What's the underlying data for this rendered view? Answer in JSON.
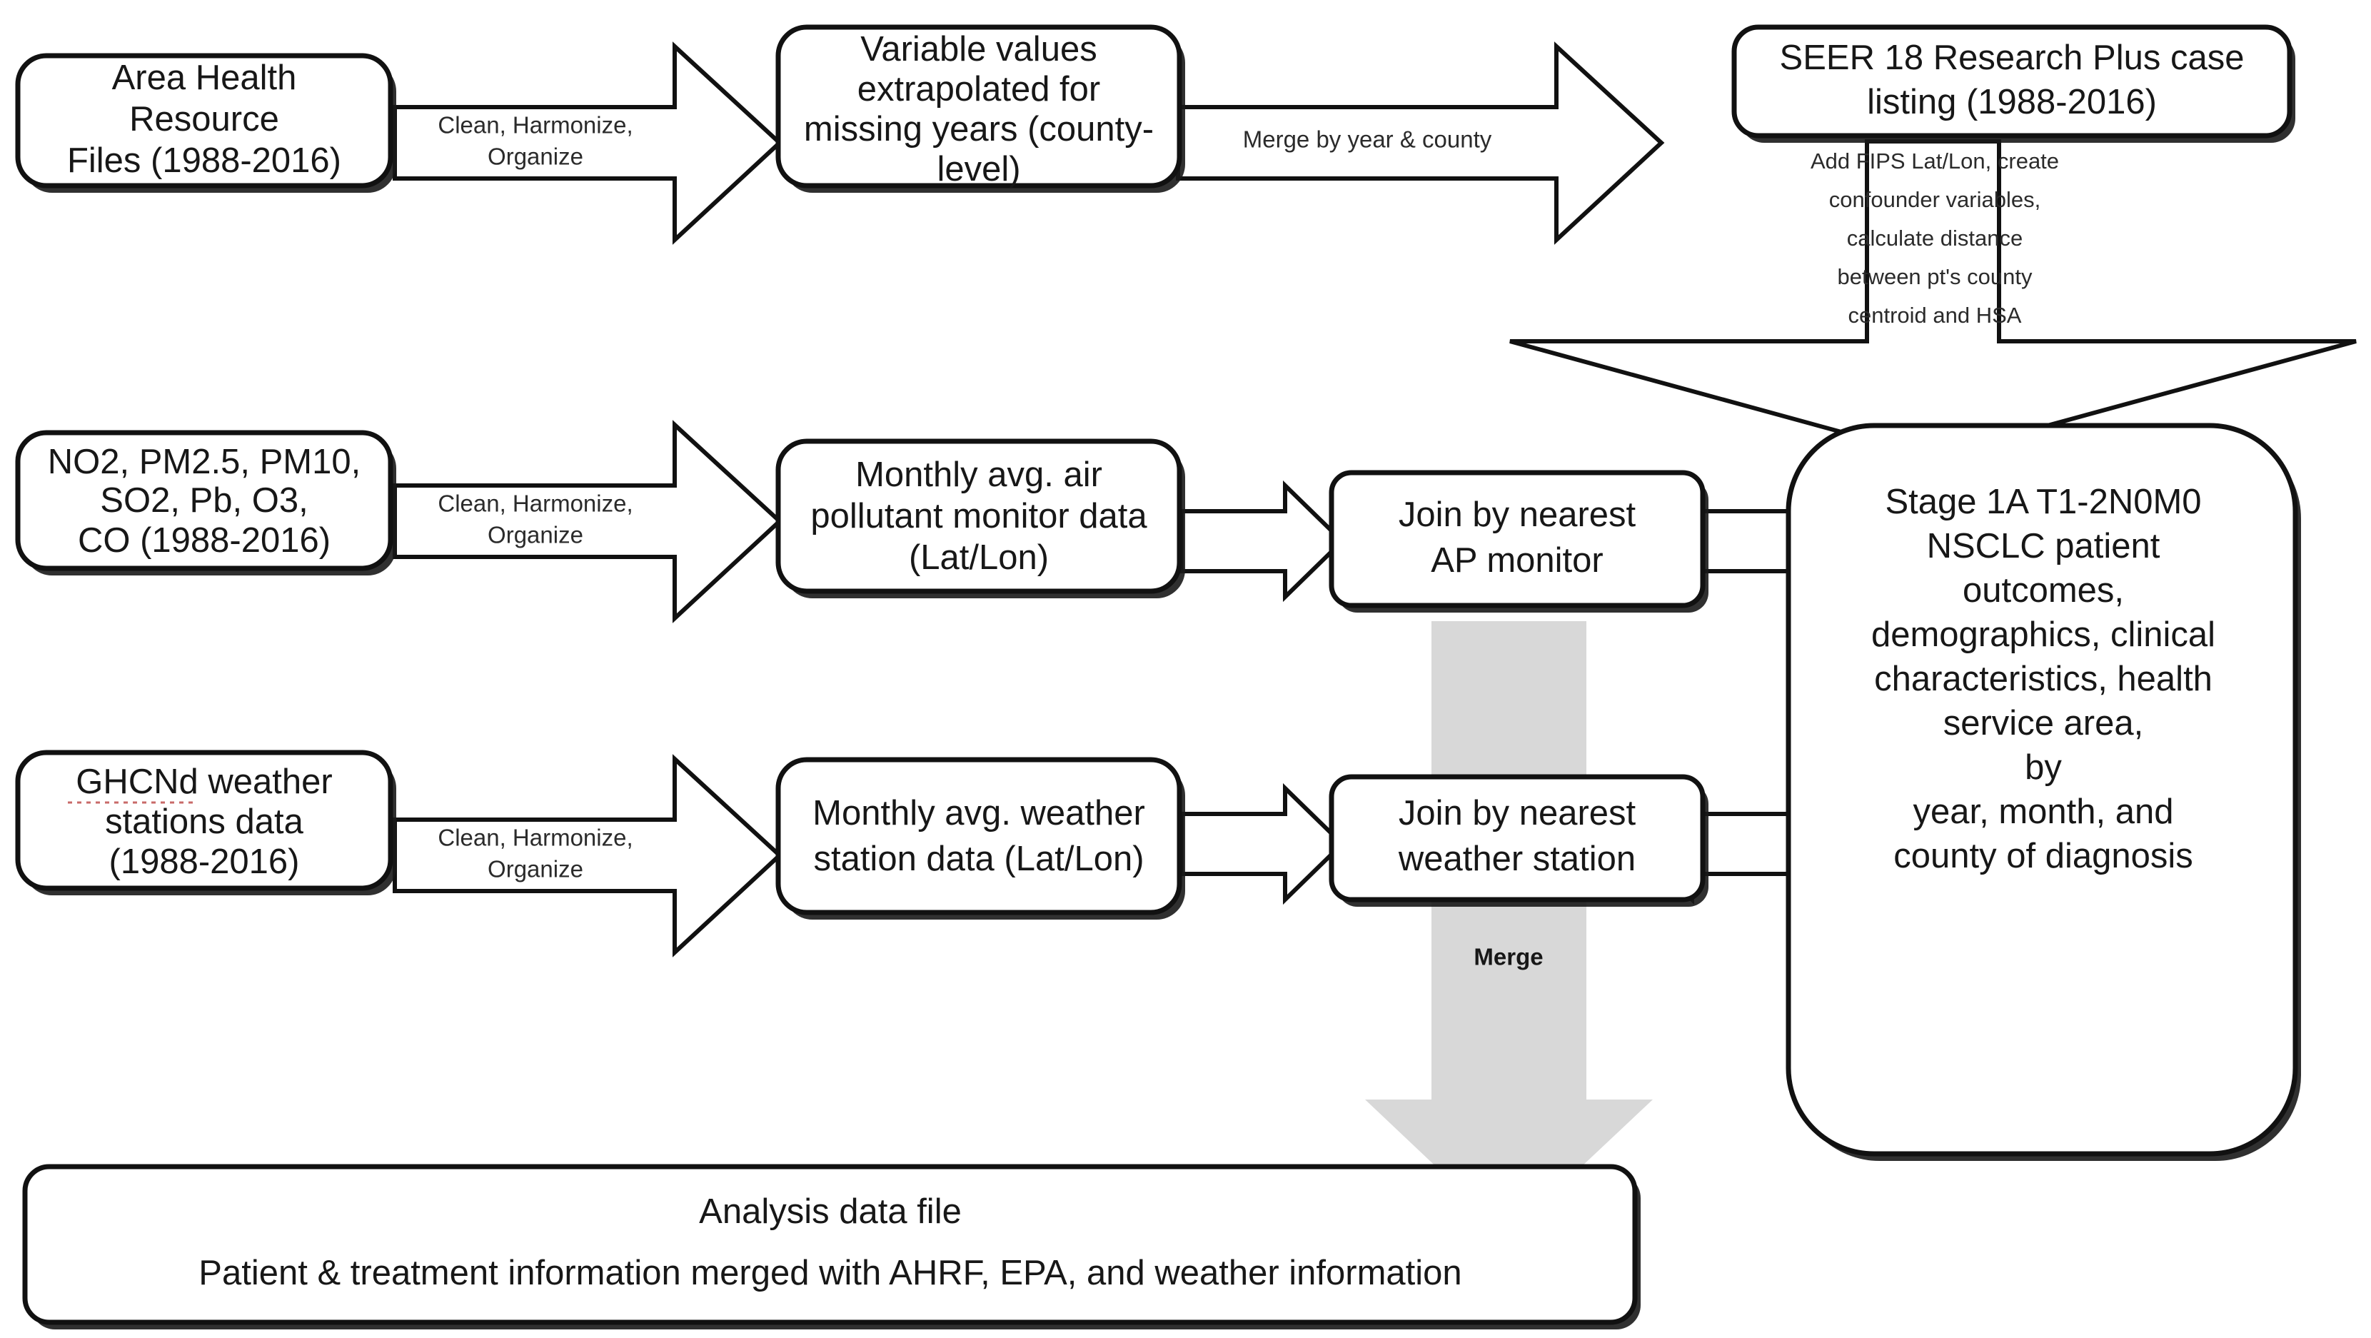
{
  "diagram": {
    "title": "Data assembly and merge flowchart",
    "colors": {
      "node_border": "#111111",
      "node_fill": "#ffffff",
      "arrow_outline": "#111111",
      "merge_arrow_fill": "#d8d8d8",
      "text": "#171717",
      "spellcheck_underline": "#c0504d"
    }
  },
  "nodes": {
    "ahrf": {
      "lines": [
        "Area Health",
        "Resource",
        "Files (1988-2016)"
      ]
    },
    "extrapolated": {
      "lines": [
        "Variable values",
        "extrapolated for",
        "missing years (county-",
        "level)"
      ]
    },
    "seer": {
      "lines": [
        "SEER 18 Research Plus case",
        "listing (1988-2016)"
      ]
    },
    "pollutants": {
      "lines": [
        "NO2, PM2.5, PM10,",
        "SO2, Pb, O3,",
        "CO (1988-2016)"
      ]
    },
    "monthly_ap": {
      "lines": [
        "Monthly avg. air",
        "pollutant monitor data",
        "(Lat/Lon)"
      ]
    },
    "join_ap": {
      "lines": [
        "Join by nearest",
        "AP monitor"
      ]
    },
    "ghcnd": {
      "lines": [
        "GHCNd weather",
        "stations data",
        "(1988-2016)"
      ]
    },
    "monthly_weather": {
      "lines": [
        "Monthly avg. weather",
        "station data (Lat/Lon)"
      ]
    },
    "join_weather": {
      "lines": [
        "Join by nearest",
        "weather station"
      ]
    },
    "stage1a": {
      "lines": [
        "Stage 1A T1-2N0M0",
        "NSCLC patient",
        "outcomes,",
        "demographics, clinical",
        "characteristics, health",
        "service area,",
        "by",
        "year, month, and",
        "county of diagnosis"
      ]
    },
    "analysis": {
      "lines": [
        "Analysis data file",
        "Patient & treatment information merged with AHRF, EPA, and weather information"
      ]
    }
  },
  "edges": {
    "clean_harmonize_top": {
      "lines": [
        "Clean, Harmonize,",
        "Organize"
      ]
    },
    "merge_year_county": {
      "lines": [
        "Merge by  year  & county"
      ]
    },
    "clean_harmonize_mid": {
      "lines": [
        "Clean, Harmonize,",
        "Organize"
      ]
    },
    "clean_harmonize_bottom": {
      "lines": [
        "Clean, Harmonize,",
        "Organize"
      ]
    },
    "add_fips": {
      "lines": [
        "Add FIPS Lat/Lon, create",
        "confounder variables,",
        "calculate distance",
        "between pt's county",
        "centroid and HSA"
      ]
    },
    "merge_label": {
      "lines": [
        "Merge"
      ]
    }
  }
}
